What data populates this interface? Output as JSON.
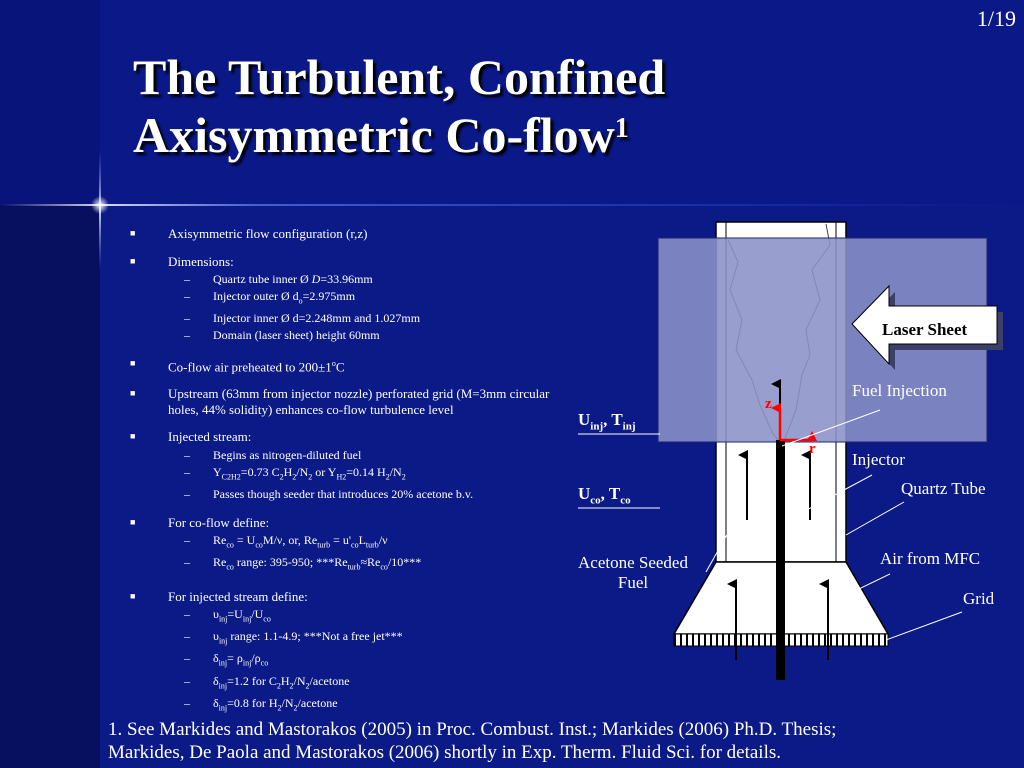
{
  "slide_number": "1/19",
  "title": {
    "line1": "The Turbulent, Confined",
    "line2": "Axisymmetric Co-flow",
    "superscript": "1"
  },
  "bullets": [
    {
      "text": "Axisymmetric flow configuration (r,z)"
    },
    {
      "text": "Dimensions:",
      "subs": [
        "Quartz tube inner Ø D=33.96mm",
        "Injector outer Ø do=2.975mm",
        "Injector inner Ø d=2.248mm and 1.027mm",
        "Domain (laser sheet) height 60mm"
      ]
    },
    {
      "text": "Co-flow air preheated to 200±1°C"
    },
    {
      "text": "Upstream (63mm from injector nozzle) perforated grid (M=3mm circular holes, 44% solidity) enhances co-flow turbulence level"
    },
    {
      "text": "Injected stream:",
      "subs": [
        "Begins as nitrogen-diluted fuel",
        "YC2H2=0.73 C2H2/N2 or YH2=0.14 H2/N2",
        "Passes though seeder that introduces 20% acetone b.v."
      ]
    },
    {
      "text": "For co-flow define:",
      "subs": [
        "Reco = UcoM/ν, or, Returb = u'coLturb/ν",
        "Reco range: 395-950; ***Returb≈Reco/10***"
      ]
    },
    {
      "text": "For injected stream define:",
      "subs": [
        "υinj=Uinj/Uco",
        "υinj range: 1.1-4.9; ***Not a free jet***",
        "δinj= ρinj/ρco",
        "δinj=1.2 for C2H2/N2/acetone",
        "δinj=0.8 for H2/N2/acetone"
      ]
    }
  ],
  "footnote": {
    "line1": "1. See Markides and Mastorakos (2005) in Proc. Combust. Inst.; Markides (2006) Ph.D. Thesis;",
    "line2": "Markides, De Paola and Mastorakos (2006) shortly in Exp. Therm. Fluid Sci. for details."
  },
  "diagram": {
    "laser_sheet": "Laser Sheet",
    "fuel_injection": "Fuel Injection",
    "injector": "Injector",
    "quartz_tube": "Quartz Tube",
    "air_from_mfc": "Air from MFC",
    "grid": "Grid",
    "acetone_line1": "Acetone Seeded",
    "acetone_line2": "Fuel",
    "u_inj": "U",
    "u_inj_sub": "inj",
    "t_inj": "T",
    "t_inj_sub": "inj",
    "u_co": "U",
    "u_co_sub": "co",
    "t_co": "T",
    "t_co_sub": "co",
    "axis_z": "z",
    "axis_r": "r"
  },
  "colors": {
    "background": "#0b1a86",
    "laser_sheet_fill": "#8a91c7",
    "axis_red": "#ff0000",
    "tube_fill": "#ffffff"
  }
}
